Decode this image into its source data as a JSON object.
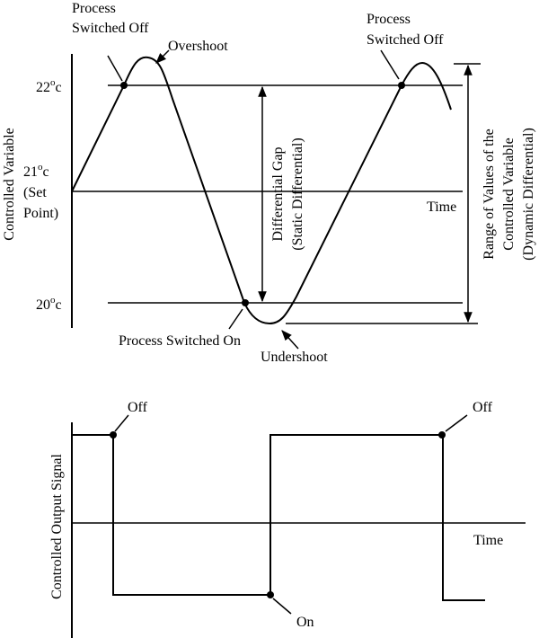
{
  "top_chart": {
    "y_axis_label": "Controlled Variable",
    "x_axis_label": "Time",
    "temp_22": "22",
    "temp_21": "21",
    "temp_20": "20",
    "degree_sup": "o",
    "unit_c": "c",
    "set_point_1": "(Set",
    "set_point_2": "Point)",
    "process_off_left_1": "Process",
    "process_off_left_2": "Switched Off",
    "overshoot": "Overshoot",
    "process_off_right_1": "Process",
    "process_off_right_2": "Switched Off",
    "differential_gap_1": "Differential Gap",
    "differential_gap_2": "(Static Differential)",
    "range_1": "Range of Values of the",
    "range_2": "Controlled Variable",
    "range_3": "(Dynamic Differential)",
    "process_on": "Process Switched On",
    "undershoot": "Undershoot"
  },
  "bottom_chart": {
    "y_axis_label": "Controlled Output Signal",
    "x_axis_label": "Time",
    "off_left": "Off",
    "off_right": "Off",
    "on_label": "On"
  }
}
